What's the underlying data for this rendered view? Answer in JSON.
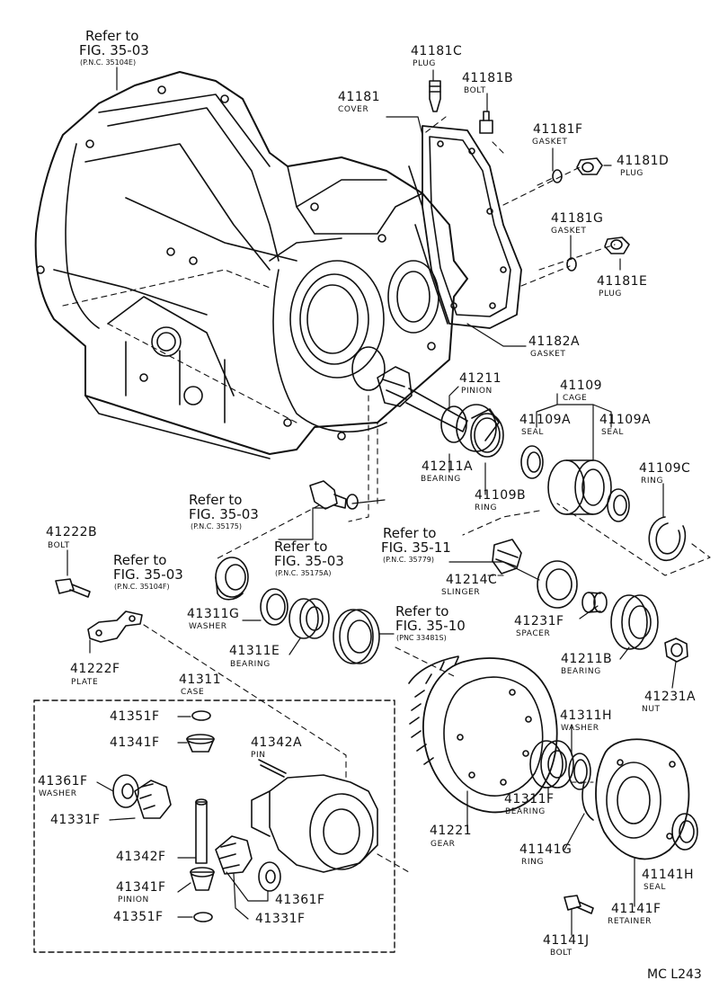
{
  "diagram_code": "MC L243",
  "refs": [
    {
      "line1": "Refer to",
      "line2": "FIG. 35-03",
      "pnc": "(P.N.C. 35104E)"
    },
    {
      "line1": "Refer to",
      "line2": "FIG. 35-03",
      "pnc": "(P.N.C. 35175)"
    },
    {
      "line1": "Refer to",
      "line2": "FIG. 35-03",
      "pnc": "(P.N.C. 35175A)"
    },
    {
      "line1": "Refer to",
      "line2": "FIG. 35-11",
      "pnc": "(P.N.C. 35779)"
    },
    {
      "line1": "Refer to",
      "line2": "FIG. 35-03",
      "pnc": "(P.N.C. 35104F)"
    },
    {
      "line1": "Refer to",
      "line2": "FIG. 35-10",
      "pnc": "(PNC 33481S)"
    }
  ],
  "parts": [
    {
      "num": "41181C",
      "name": "PLUG"
    },
    {
      "num": "41181B",
      "name": "BOLT"
    },
    {
      "num": "41181",
      "name": "COVER"
    },
    {
      "num": "41181F",
      "name": "GASKET"
    },
    {
      "num": "41181D",
      "name": "PLUG"
    },
    {
      "num": "41181G",
      "name": "GASKET"
    },
    {
      "num": "41181E",
      "name": "PLUG"
    },
    {
      "num": "41182A",
      "name": "GASKET"
    },
    {
      "num": "41211",
      "name": "PINION"
    },
    {
      "num": "41109",
      "name": "CAGE"
    },
    {
      "num": "41109A",
      "name": "SEAL"
    },
    {
      "num": "41109A",
      "name": "SEAL"
    },
    {
      "num": "41211A",
      "name": "BEARING"
    },
    {
      "num": "41109B",
      "name": "RING"
    },
    {
      "num": "41109C",
      "name": "RING"
    },
    {
      "num": "41222B",
      "name": "BOLT"
    },
    {
      "num": "41214C",
      "name": "SLINGER"
    },
    {
      "num": "41311G",
      "name": "WASHER"
    },
    {
      "num": "41231F",
      "name": "SPACER"
    },
    {
      "num": "41311E",
      "name": "BEARING"
    },
    {
      "num": "41211B",
      "name": "BEARING"
    },
    {
      "num": "41222F",
      "name": "PLATE"
    },
    {
      "num": "41311",
      "name": "CASE"
    },
    {
      "num": "41231A",
      "name": "NUT"
    },
    {
      "num": "41351F",
      "name": ""
    },
    {
      "num": "41311H",
      "name": "WASHER"
    },
    {
      "num": "41341F",
      "name": ""
    },
    {
      "num": "41342A",
      "name": "PIN"
    },
    {
      "num": "41361F",
      "name": "WASHER"
    },
    {
      "num": "41331F",
      "name": ""
    },
    {
      "num": "41311F",
      "name": "BEARING"
    },
    {
      "num": "41221",
      "name": "GEAR"
    },
    {
      "num": "41342F",
      "name": ""
    },
    {
      "num": "41141G",
      "name": "RING"
    },
    {
      "num": "41141H",
      "name": "SEAL"
    },
    {
      "num": "41341F",
      "name": "PINION"
    },
    {
      "num": "41361F",
      "name": ""
    },
    {
      "num": "41351F",
      "name": ""
    },
    {
      "num": "41331F",
      "name": ""
    },
    {
      "num": "41141F",
      "name": "RETAINER"
    },
    {
      "num": "41141J",
      "name": "BOLT"
    }
  ]
}
